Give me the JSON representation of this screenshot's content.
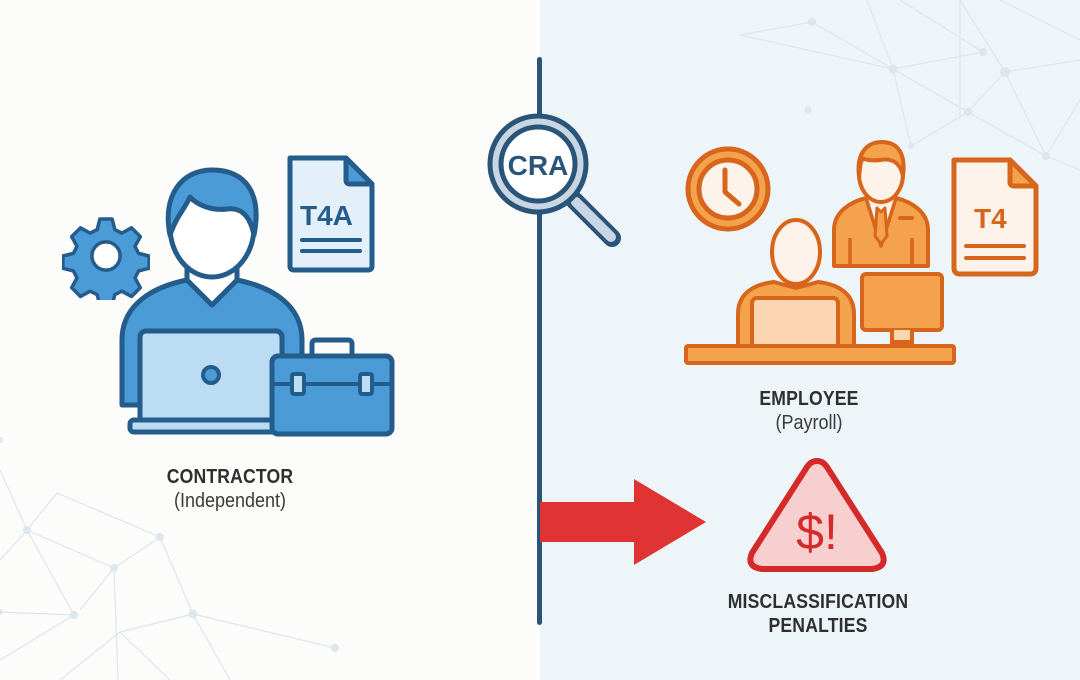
{
  "diagram": {
    "contractor": {
      "title": "CONTRACTOR",
      "subtitle": "(Independent)",
      "document_label": "T4A",
      "icons": [
        "gear-icon",
        "person-with-laptop-icon",
        "document-icon",
        "briefcase-icon"
      ],
      "color": "#4a9bd6",
      "stroke": "#245c8c"
    },
    "auditor": {
      "label": "CRA",
      "icon": "magnifying-glass-icon",
      "color": "#2b5479"
    },
    "employee": {
      "title": "EMPLOYEE",
      "subtitle": "(Payroll)",
      "document_label": "T4",
      "icons": [
        "clock-icon",
        "manager-icon",
        "person-at-desk-icon",
        "monitor-icon",
        "document-icon"
      ],
      "color": "#f4a24c",
      "stroke": "#d8651c"
    },
    "penalty": {
      "symbol": "$!",
      "title_line1": "MISCLASSIFICATION",
      "title_line2": "PENALTIES",
      "icon": "warning-triangle-icon",
      "arrow_icon": "arrow-right-icon",
      "color": "#e03434"
    },
    "colors": {
      "left_background": "#fcfcfb",
      "right_background": "#eef5f9",
      "divider": "#2b5479",
      "text": "#2f2f2f"
    }
  }
}
